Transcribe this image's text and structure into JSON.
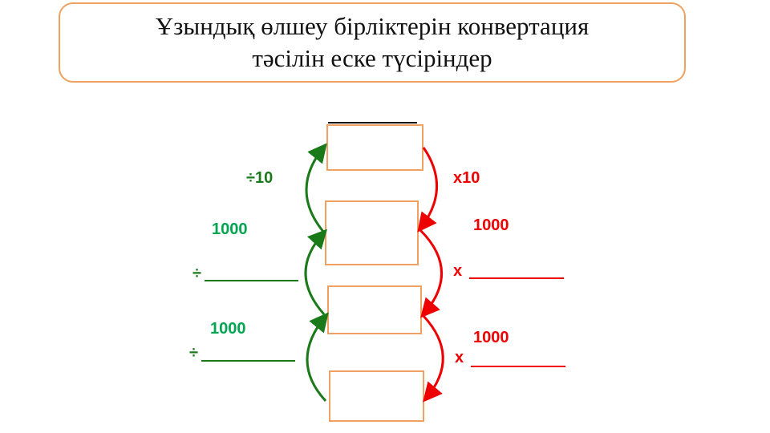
{
  "title": {
    "line1": "Ұзындық өлшеу бірліктерін конвертация",
    "line2": "тәсілін еске түсіріндер"
  },
  "left": {
    "op1": "÷10",
    "num2": "1000",
    "op2": "÷",
    "num3": "1000",
    "op3": "÷"
  },
  "right": {
    "op1": "x10",
    "num2": "1000",
    "op2": "x",
    "num3": "1000",
    "op3": "x"
  },
  "colors": {
    "green": "#1a7a1a",
    "red": "#e00000",
    "box": "#f0a060"
  }
}
